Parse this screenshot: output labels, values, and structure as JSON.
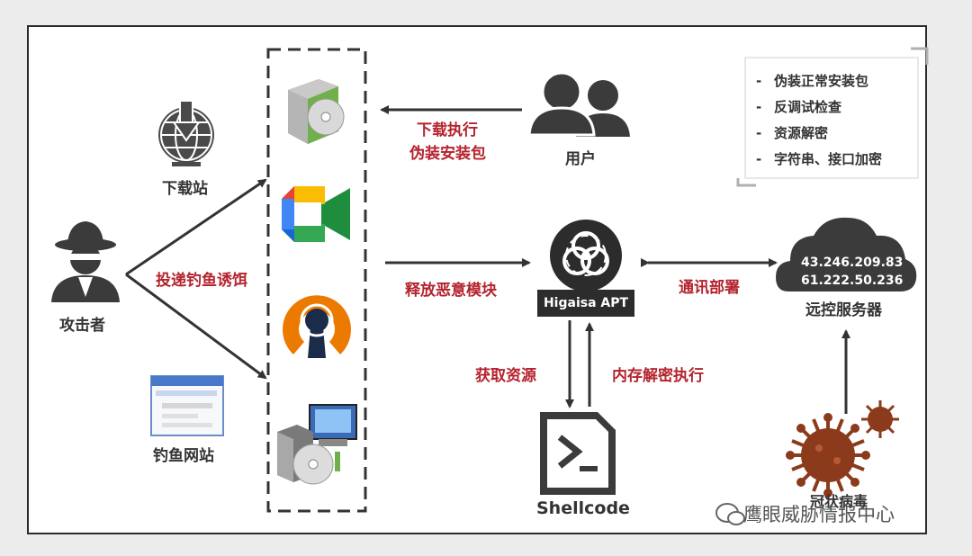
{
  "labels": {
    "download_site": "下载站",
    "attacker": "攻击者",
    "phishing_site": "钓鱼网站",
    "deliver_bait": "投递钓鱼诱饵",
    "download_exec_1": "下载执行",
    "download_exec_2": "伪装安装包",
    "user": "用户",
    "release_module": "释放恶意模块",
    "apt_name": "Higaisa APT",
    "comm_deploy": "通讯部署",
    "c2_server": "远控服务器",
    "get_resource": "获取资源",
    "mem_decrypt": "内存解密执行",
    "shellcode": "Shellcode",
    "virus_text": "冠状病毒"
  },
  "c2_ips": [
    "43.246.209.83",
    "61.222.50.236"
  ],
  "notes": [
    "伪装正常安装包",
    "反调试检查",
    "资源解密",
    "字符串、接口加密"
  ],
  "note_dash": "-",
  "watermark": "鹰眼威胁情报中心",
  "colors": {
    "accent_red": "#b3232d",
    "dark": "#333333",
    "virus": "#8c3a1c"
  },
  "icons": [
    "globe-download-icon",
    "hacker-icon",
    "phishing-browser-icon",
    "installer-box-icon",
    "google-meet-icon",
    "openvpn-icon",
    "setup-computer-icon",
    "users-icon",
    "biohazard-icon",
    "cloud-icon",
    "powershell-icon",
    "virus-icon",
    "wechat-icon"
  ]
}
